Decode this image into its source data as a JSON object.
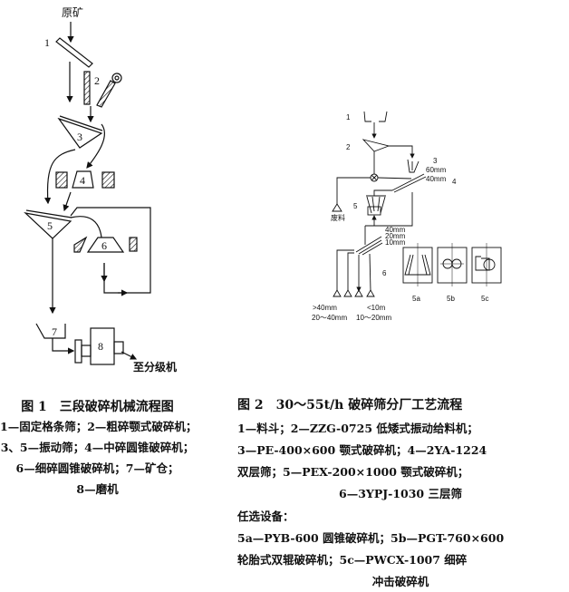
{
  "figure1": {
    "labels": {
      "raw_ore": "原矿",
      "n1": "1",
      "n2": "2",
      "n3": "3",
      "n4": "4",
      "n5": "5",
      "n6": "6",
      "n7": "7",
      "n8": "8",
      "to_classifier": "至分级机"
    },
    "caption": "图 1　三段破碎机械流程图",
    "legend": [
      "1—固定格条筛；2—粗碎颚式破碎机；",
      "3、5—振动筛；4—中碎圆锥破碎机；",
      "6—细碎圆锥破碎机；7—矿仓；",
      "8—磨机"
    ]
  },
  "figure2": {
    "labels": {
      "n1": "1",
      "n2": "2",
      "n3": "3",
      "n4": "4",
      "n5": "5",
      "n6": "6",
      "waste": "废料",
      "s60": "60mm",
      "s40": "40mm",
      "t40": "40mm",
      "t20": "20mm",
      "t10": "10mm",
      "o1": ">40mm",
      "o2": "20～40mm",
      "o3": "<10m",
      "o4": "10～20mm",
      "a": "5a",
      "b": "5b",
      "c": "5c"
    },
    "caption": "图 2　30～55t/h 破碎筛分厂工艺流程",
    "legend": [
      "1—料斗；2—ZZG-0725 低矮式振动给料机；",
      "3—PE-400×600 颚式破碎机；4—2YA-1224",
      "双层筛；5—PEX-200×1000 颚式破碎机；",
      "6—3YPJ-1030 三层筛",
      "任选设备：",
      "5a—PYB-600 圆锥破碎机；5b—PGT-760×600",
      "轮胎式双辊破碎机；5c—PWCX-1007 细碎",
      "冲击破碎机"
    ]
  }
}
